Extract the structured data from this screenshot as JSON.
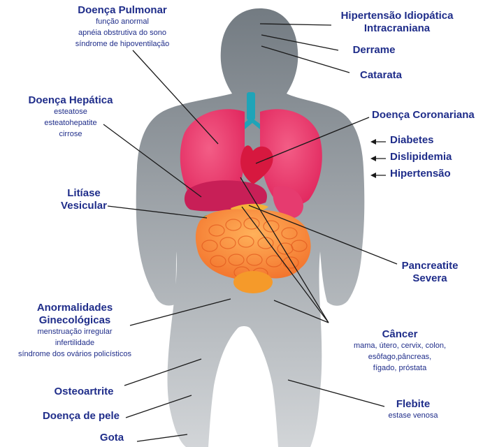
{
  "colors": {
    "label_text": "#1f2d8a",
    "leader_line": "#1a1a1a",
    "silhouette_top": "#737b82",
    "silhouette_bottom": "#d2d5d8",
    "lung": "#e0245c",
    "heart": "#d7183f",
    "liver": "#c81f57",
    "intestine": "#f2702a",
    "airway": "#1fa4b8",
    "gallbladder": "#3da83a"
  },
  "labels": {
    "pulmonar": {
      "title": "Doença Pulmonar",
      "subs": [
        "função anormal",
        "apnéia obstrutiva do sono",
        "síndrome de hipoventilação"
      ]
    },
    "hipertensao_idiopatica": {
      "title1": "Hipertensão Idiopática",
      "title2": "Intracraniana"
    },
    "derrame": {
      "title": "Derrame"
    },
    "catarata": {
      "title": "Catarata"
    },
    "hepatica": {
      "title": "Doença Hepática",
      "subs": [
        "esteatose",
        "esteatohepatite",
        "cirrose"
      ]
    },
    "coronariana": {
      "title": "Doença Coronariana"
    },
    "diabetes": {
      "title": "Diabetes"
    },
    "dislipidemia": {
      "title": "Dislipidemia"
    },
    "hipertensao": {
      "title": "Hipertensão"
    },
    "litiase": {
      "title1": "Litíase",
      "title2": "Vesicular"
    },
    "pancreatite": {
      "title1": "Pancreatite",
      "title2": "Severa"
    },
    "ginecologicas": {
      "title1": "Anormalidades",
      "title2": "Ginecológicas",
      "subs": [
        "menstruação irregular",
        "infertilidade",
        "síndrome dos ovários policísticos"
      ]
    },
    "cancer": {
      "title": "Câncer",
      "subs": [
        "mama, útero, cervix, colon,",
        "esôfago,pâncreas,",
        "fígado, próstata"
      ]
    },
    "osteoartrite": {
      "title": "Osteoartrite"
    },
    "pele": {
      "title": "Doença de pele"
    },
    "flebite": {
      "title": "Flebite",
      "subs": [
        "estase venosa"
      ]
    },
    "gota": {
      "title": "Gota"
    }
  }
}
